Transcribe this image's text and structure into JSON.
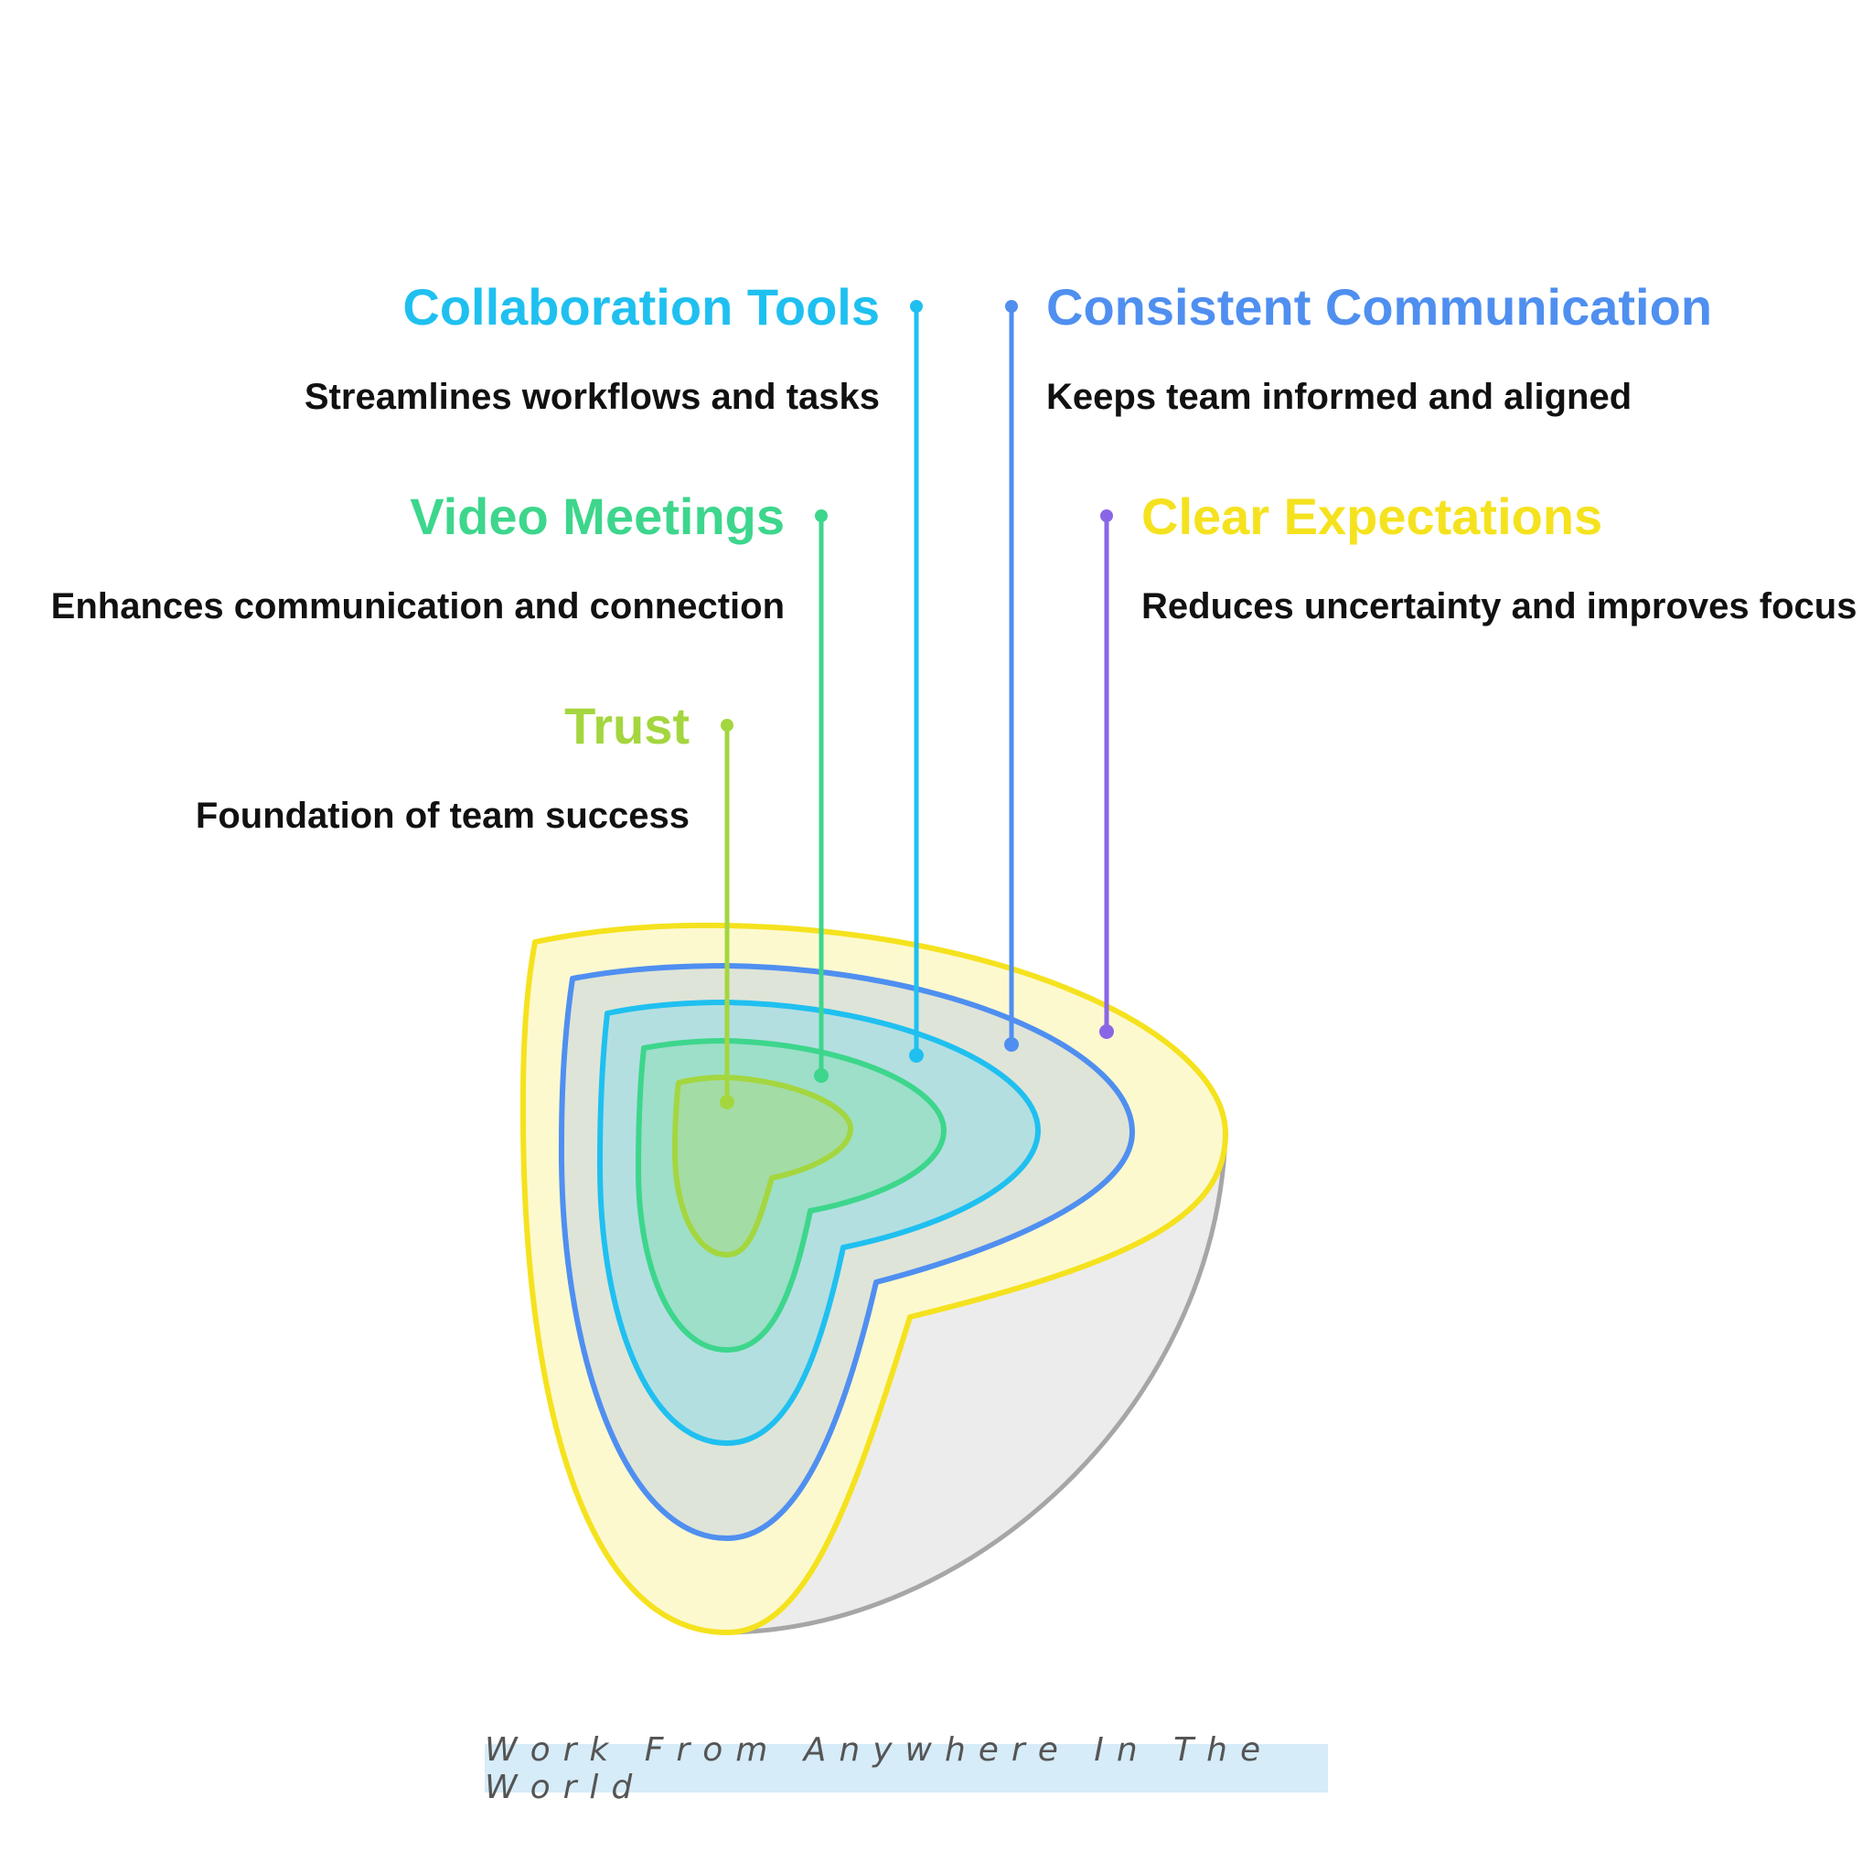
{
  "layers": [
    {
      "title": "Trust",
      "description": "Foundation of team success",
      "color": "#a4d63f"
    },
    {
      "title": "Video Meetings",
      "description": "Enhances communication and connection",
      "color": "#3dd68c"
    },
    {
      "title": "Collaboration Tools",
      "description": "Streamlines workflows and tasks",
      "color": "#1fc0f0"
    },
    {
      "title": "Consistent Communication",
      "description": "Keeps team informed and aligned",
      "color": "#4f8ff0"
    },
    {
      "title": "Clear Expectations",
      "description": "Reduces uncertainty and improves focus",
      "color": "#f5e21e",
      "connector_color": "#8a66e6"
    }
  ],
  "footer": "Work From Anywhere In The World"
}
